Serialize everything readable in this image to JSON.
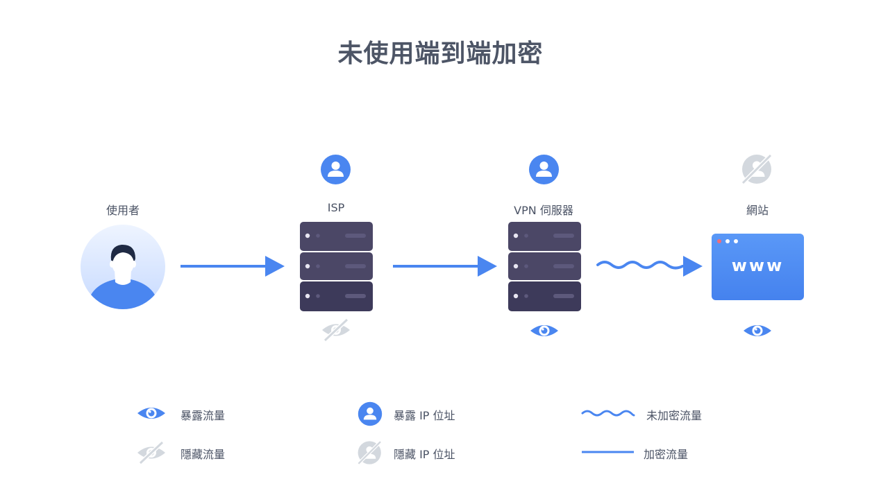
{
  "title": "未使用端到端加密",
  "colors": {
    "accent": "#4a86f0",
    "muted": "#d3d8de",
    "server": "#4b4766",
    "text": "#4a5264"
  },
  "nodes": {
    "user": {
      "label": "使用者",
      "icon": "user-avatar"
    },
    "isp": {
      "label": "ISP",
      "ip": "exposed-ip-icon",
      "traffic": "hidden-traffic-icon"
    },
    "vpn": {
      "label": "VPN 伺服器",
      "ip": "exposed-ip-icon",
      "traffic": "exposed-traffic-icon"
    },
    "website": {
      "label": "網站",
      "browser_text": "www",
      "ip": "hidden-ip-icon",
      "traffic": "exposed-traffic-icon"
    }
  },
  "legend": {
    "exposed_traffic": "暴露流量",
    "hidden_traffic": "隱藏流量",
    "exposed_ip": "暴露 IP 位址",
    "hidden_ip": "隱藏 IP 位址",
    "unencrypted_traffic": "未加密流量",
    "encrypted_traffic": "加密流量"
  }
}
